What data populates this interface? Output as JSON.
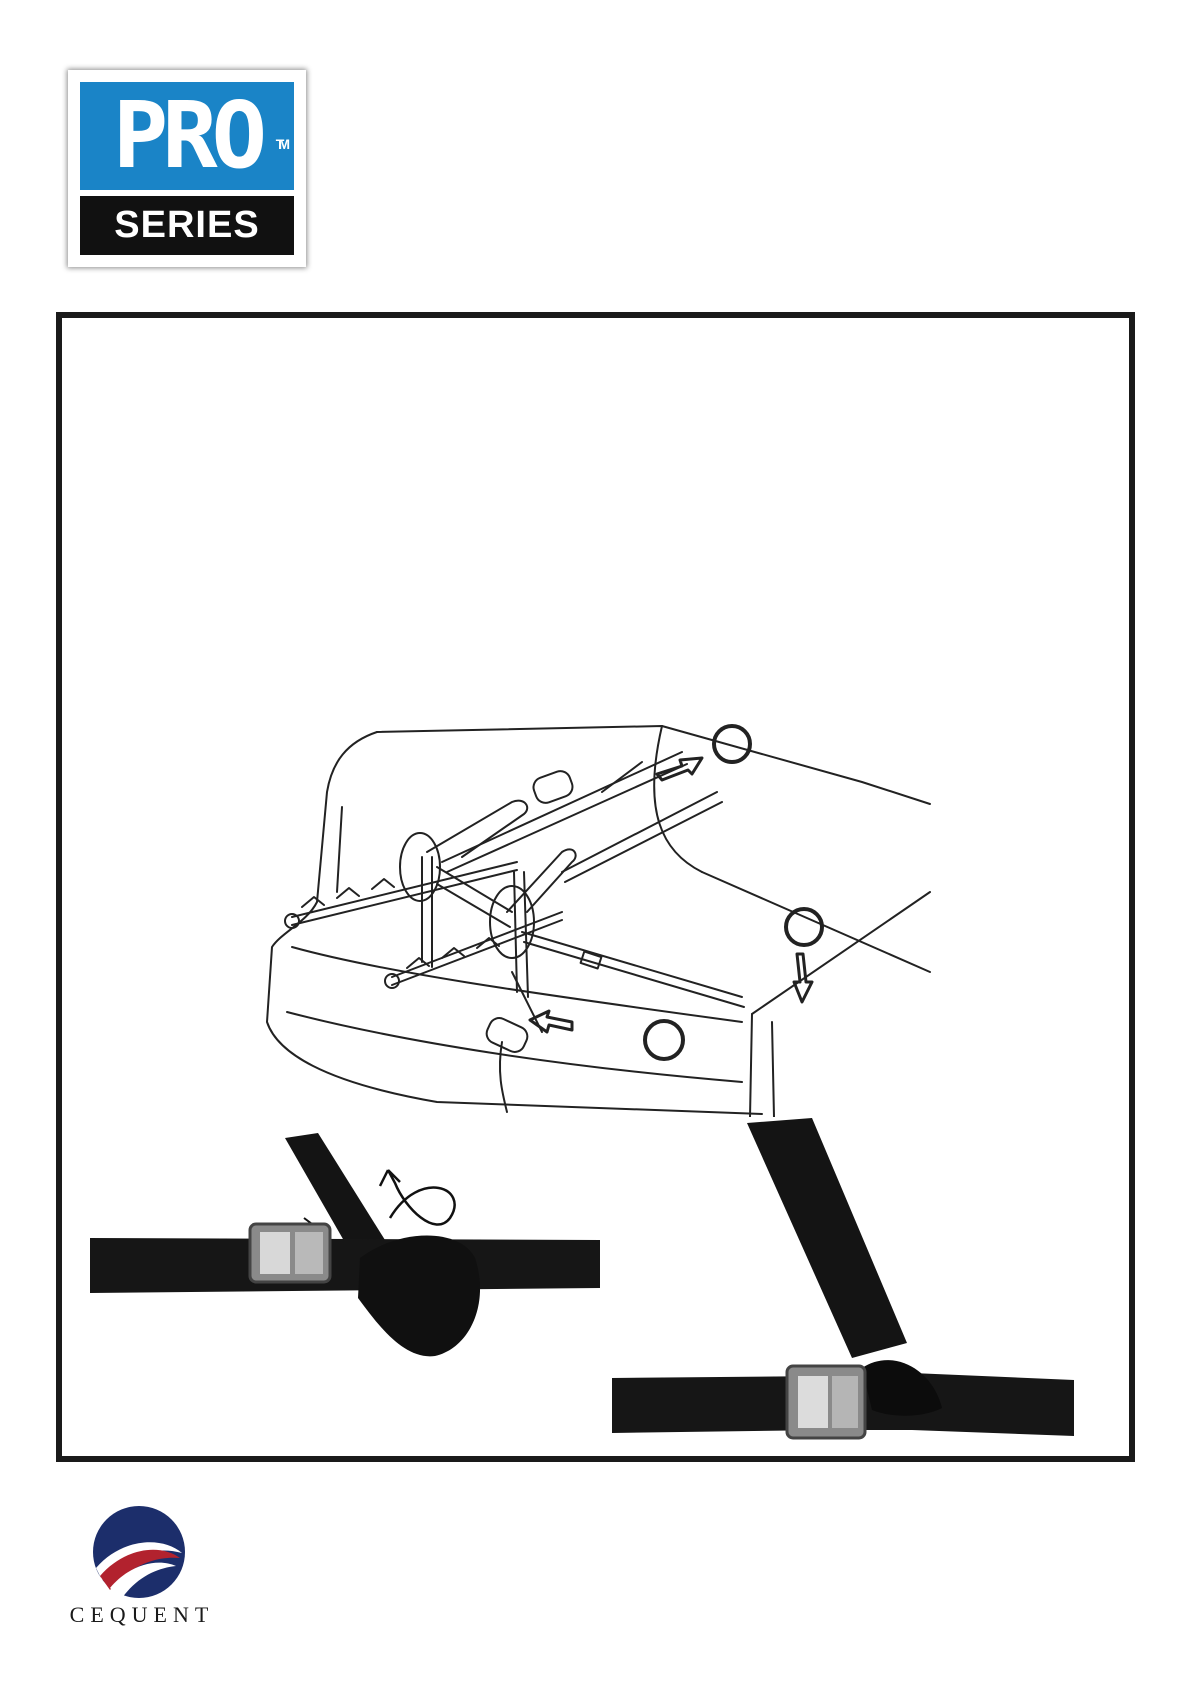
{
  "logo": {
    "top_text": "PRO",
    "trademark": "TM",
    "bottom_text": "SERIES"
  },
  "footer": {
    "company": "CEQUENT"
  },
  "colors": {
    "logo_blue": "#1a84c7",
    "logo_black": "#111111",
    "cequent_blue": "#1c2e6b",
    "cequent_red": "#b2222e"
  }
}
